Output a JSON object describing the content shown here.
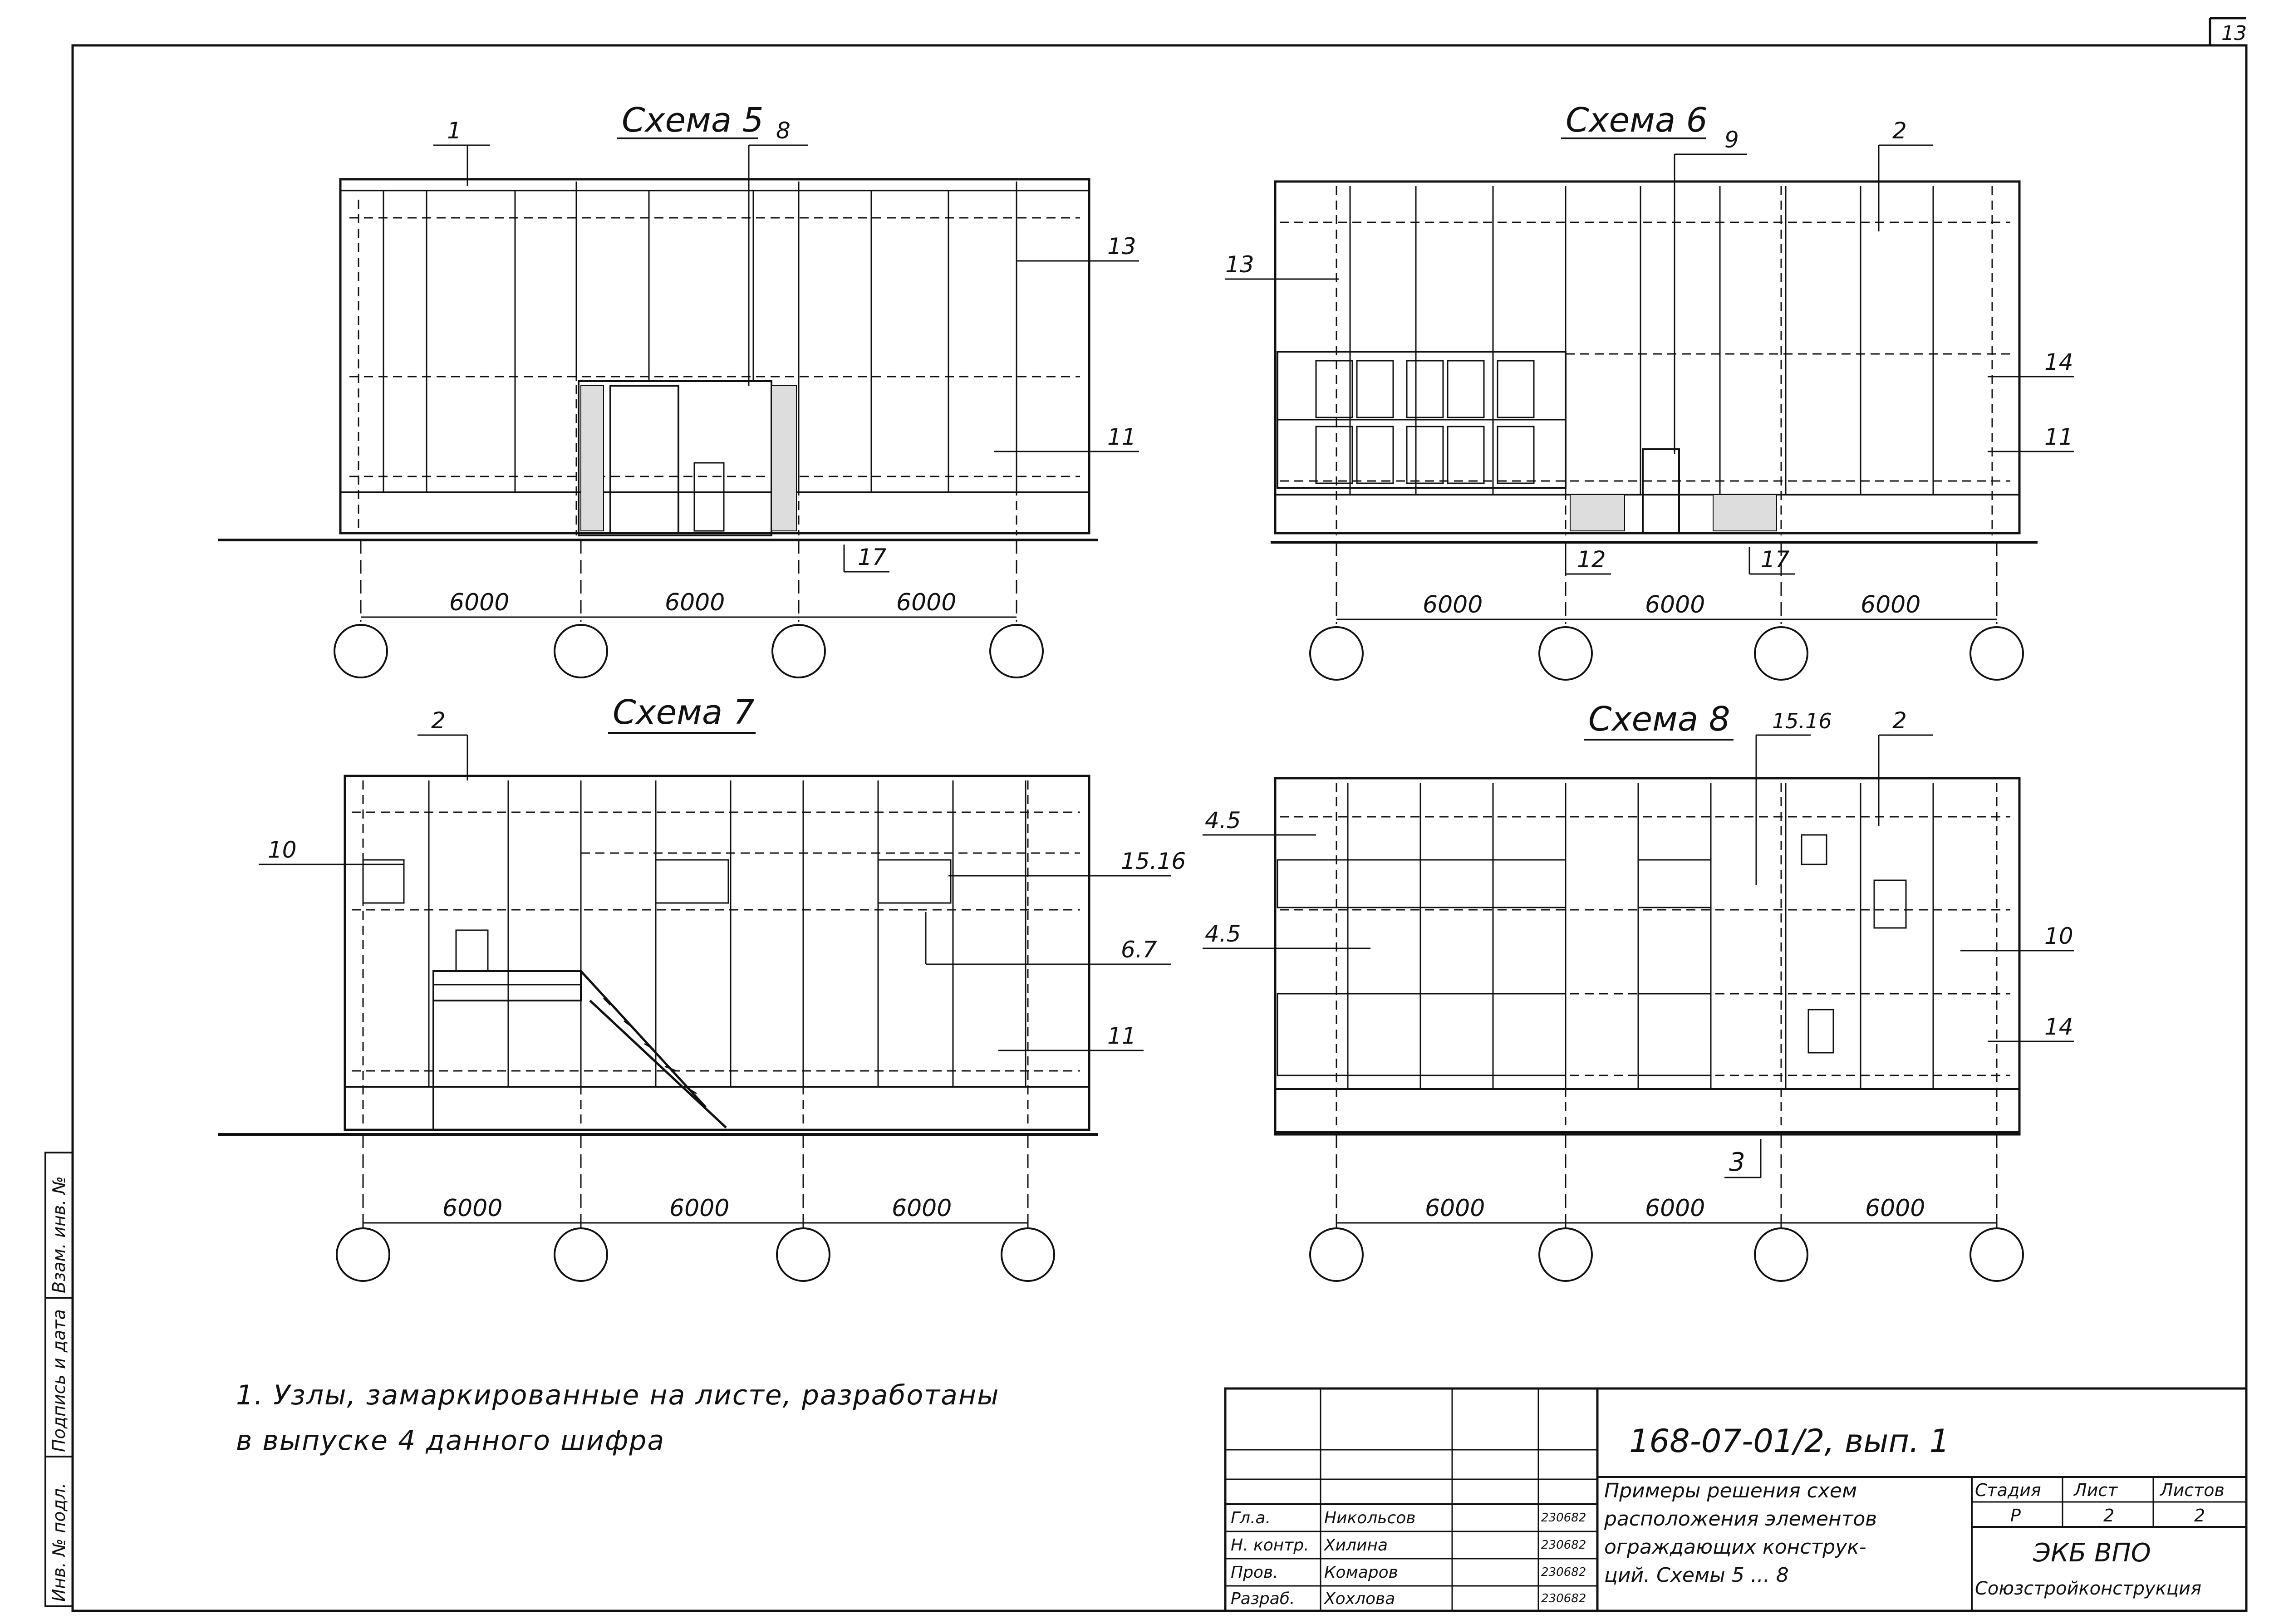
{
  "sheet_number": "13",
  "schemes": [
    {
      "title": "Схема 5",
      "dims": [
        "6000",
        "6000",
        "6000"
      ],
      "marks": [
        "1",
        "8",
        "13",
        "11",
        "17"
      ]
    },
    {
      "title": "Схема 6",
      "dims": [
        "6000",
        "6000",
        "6000"
      ],
      "marks": [
        "9",
        "2",
        "13",
        "14",
        "11",
        "12",
        "17"
      ]
    },
    {
      "title": "Схема 7",
      "dims": [
        "6000",
        "6000",
        "6000"
      ],
      "marks": [
        "2",
        "10",
        "15.16",
        "6.7",
        "11"
      ]
    },
    {
      "title": "Схема 8",
      "dims": [
        "6000",
        "6000",
        "6000"
      ],
      "marks": [
        "15.16",
        "2",
        "4.5",
        "4.5",
        "10",
        "14",
        "3"
      ]
    }
  ],
  "note": {
    "line1": "1. Узлы, замаркированные на листе, разработаны",
    "line2": "в выпуске 4 данного шифра"
  },
  "title_block": {
    "code": "168-07-01/2, вып. 1",
    "description": [
      "Примеры решения схем",
      "расположения элементов",
      "ограждающих конструк-",
      "ций. Схемы 5 ... 8"
    ],
    "headers": {
      "stage": "Стадия",
      "sheet": "Лист",
      "sheets": "Листов"
    },
    "values": {
      "stage": "Р",
      "sheet": "2",
      "sheets": "2"
    },
    "org1": "ЭКБ ВПО",
    "org2": "Союзстройконструкция",
    "roles": [
      {
        "role": "Гл.а.",
        "name": "Никольсов",
        "date": "230682"
      },
      {
        "role": "Н. контр.",
        "name": "Хилина",
        "date": "230682"
      },
      {
        "role": "Пров.",
        "name": "Комаров",
        "date": "230682"
      },
      {
        "role": "Разраб.",
        "name": "Хохлова",
        "date": "230682"
      }
    ]
  },
  "side_stamp": [
    "Инв. № подл.",
    "Подпись и дата",
    "Взам. инв. №"
  ]
}
